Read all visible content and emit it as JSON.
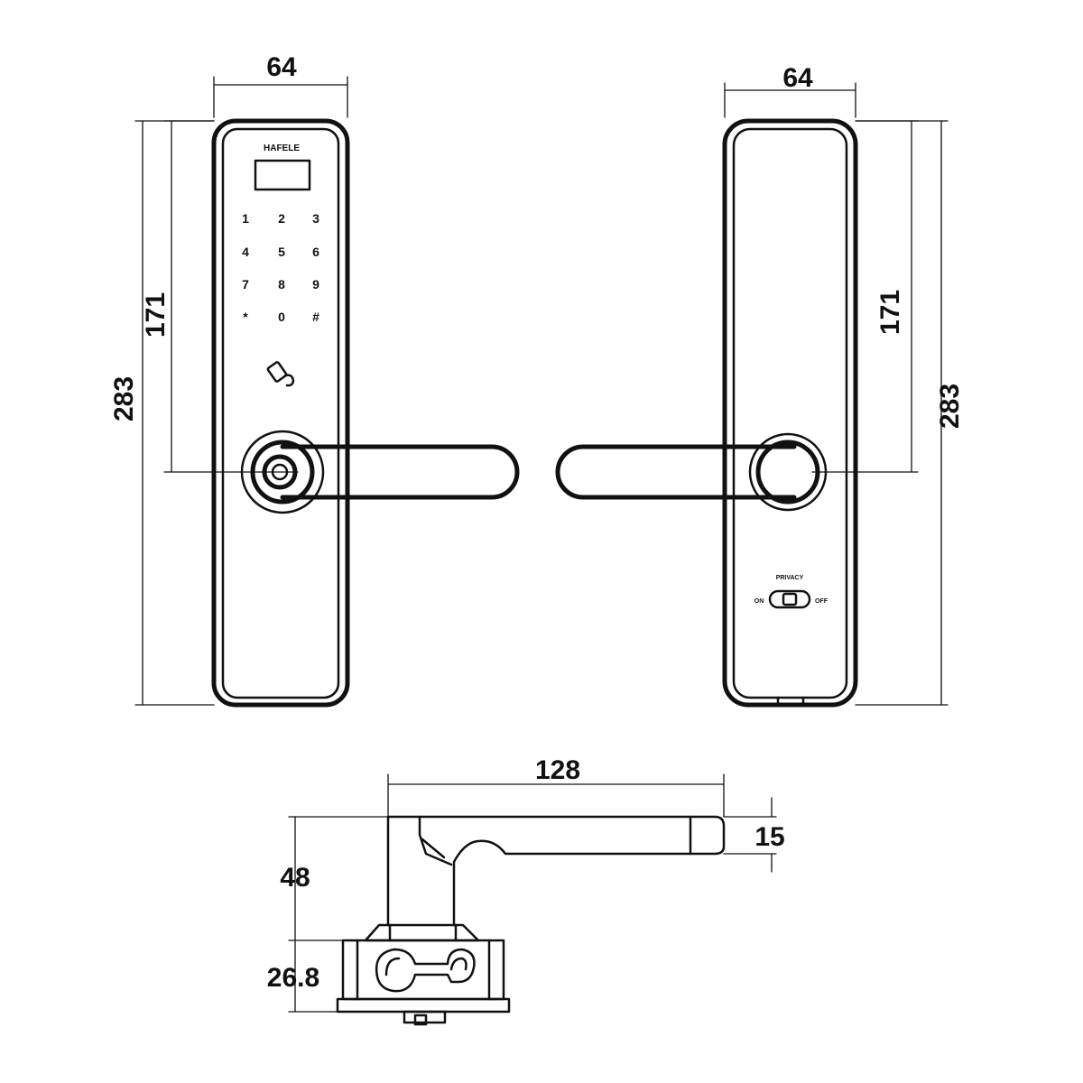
{
  "front_view": {
    "brand": "HAFELE",
    "keypad": [
      "1",
      "2",
      "3",
      "4",
      "5",
      "6",
      "7",
      "8",
      "9",
      "*",
      "0",
      "#"
    ],
    "dim_width": "64",
    "dim_height": "283",
    "dim_spindle": "171"
  },
  "back_view": {
    "dim_width": "64",
    "dim_height": "283",
    "dim_spindle": "171",
    "switch_title": "PRIVACY",
    "switch_on": "ON",
    "switch_off": "OFF"
  },
  "side_view": {
    "dim_lever_length": "128",
    "dim_lever_thickness": "15",
    "dim_projection": "48",
    "dim_base": "26.8"
  }
}
